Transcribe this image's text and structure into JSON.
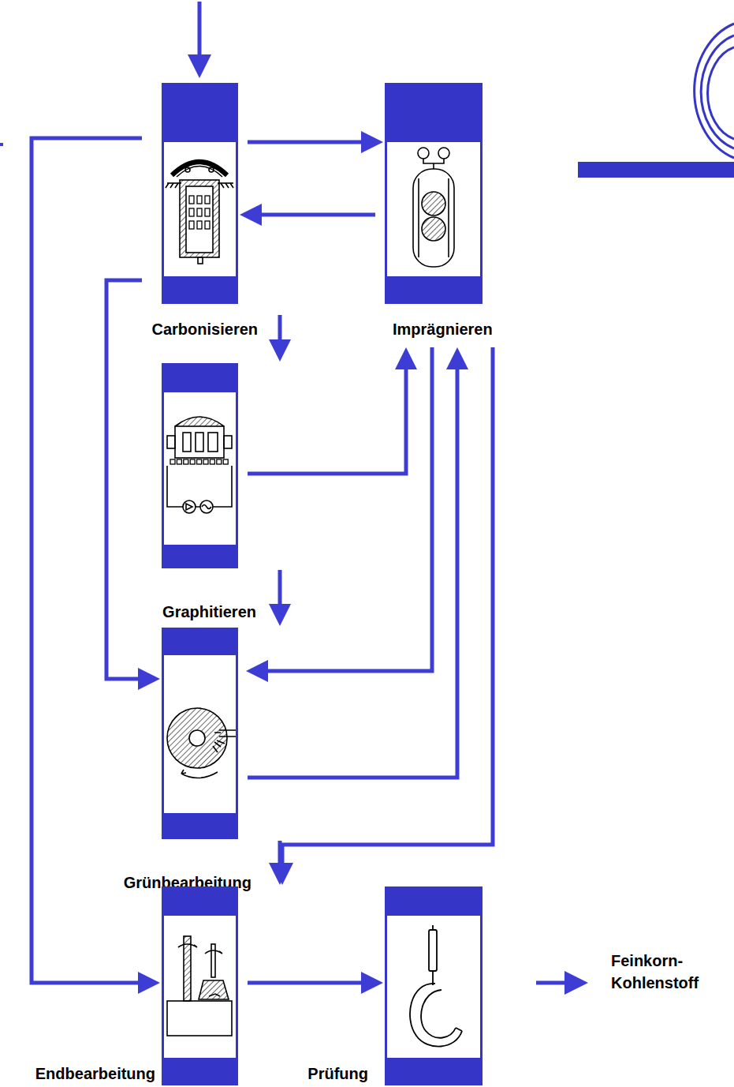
{
  "diagram": {
    "nodes": [
      {
        "text": [
          "Carbonisieren"
        ]
      },
      {
        "text": [
          "Imprägnieren"
        ]
      },
      {
        "text": [
          "Graphitieren"
        ]
      },
      {
        "text": [
          "Grünbearbeitung"
        ]
      },
      {
        "text": [
          "Endbearbeitung"
        ]
      },
      {
        "text": [
          "Prüfung"
        ]
      }
    ],
    "edges": [
      {
        "from": 0,
        "to": 1,
        "arrow": "to"
      },
      {
        "from": 1,
        "to": 0,
        "arrow": "to"
      },
      {
        "from": 0,
        "to": 2,
        "arrow": "to"
      },
      {
        "from": 0,
        "to": 3,
        "arrow": "to"
      },
      {
        "from": 0,
        "to": 4,
        "arrow": "to"
      },
      {
        "from": 2,
        "to": 1,
        "arrow": "to"
      },
      {
        "from": 1,
        "to": 3,
        "arrow": "to"
      },
      {
        "from": 2,
        "to": 3,
        "arrow": "to"
      },
      {
        "from": 3,
        "to": 1,
        "arrow": "to"
      },
      {
        "from": 1,
        "to": 4,
        "arrow": "to"
      },
      {
        "from": 3,
        "to": 4,
        "arrow": "to"
      },
      {
        "from": 4,
        "to": 5,
        "arrow": "to"
      }
    ],
    "labels": [
      "Feinkorn- Kohlenstoff"
    ]
  }
}
